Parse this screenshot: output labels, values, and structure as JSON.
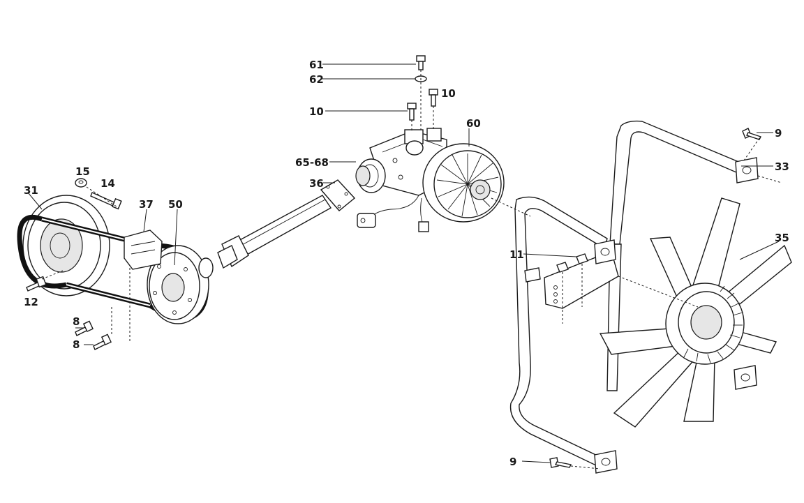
{
  "labels": {
    "p61": "61",
    "p62": "62",
    "p10a": "10",
    "p10b": "10",
    "p60": "60",
    "p6568": "65-68",
    "p36": "36",
    "p15": "15",
    "p14": "14",
    "p31": "31",
    "p37": "37",
    "p50": "50",
    "p12": "12",
    "p8a": "8",
    "p8b": "8",
    "p9a": "9",
    "p33": "33",
    "p35": "35",
    "p11": "11",
    "p9b": "9"
  }
}
